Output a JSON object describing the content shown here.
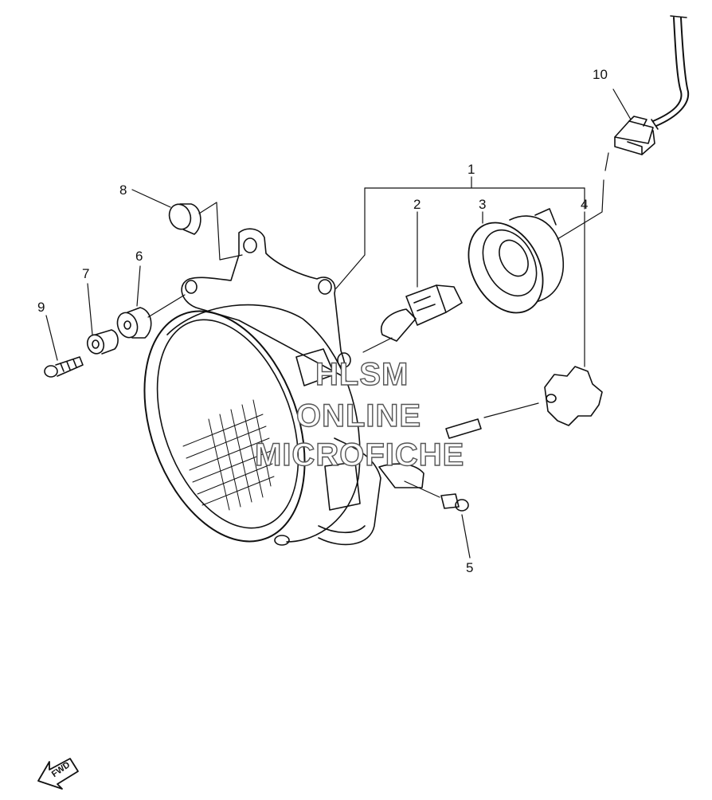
{
  "callouts": {
    "c1": "1",
    "c2": "2",
    "c3": "3",
    "c4": "4",
    "c5": "5",
    "c6": "6",
    "c7": "7",
    "c8": "8",
    "c9": "9",
    "c10": "10"
  },
  "watermark": {
    "line1": "HLSM",
    "line2": "ONLINE",
    "line3": "MICROFICHE"
  },
  "fwd_badge": "FWD",
  "colors": {
    "line": "#111111",
    "background": "#ffffff",
    "watermark_outline": "#555555"
  },
  "parts": [
    "headlight-assembly",
    "bulb",
    "socket-cover",
    "rubber-boot",
    "bolt",
    "grommet",
    "collar",
    "damper",
    "screw",
    "wire-harness-connector"
  ]
}
